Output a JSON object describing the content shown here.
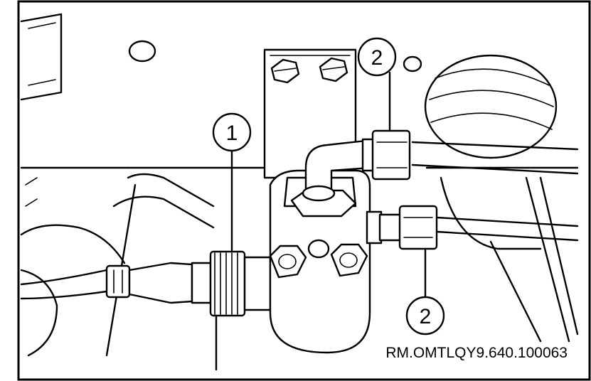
{
  "figure": {
    "reference_code": "RM.OMTLQY9.640.100063",
    "callouts": [
      {
        "number": "1",
        "target": "coupling-nut"
      },
      {
        "number": "2",
        "target": "upper-fitting-nut"
      },
      {
        "number": "2",
        "target": "lower-fitting-nut"
      }
    ]
  },
  "colors": {
    "ink": "#000000",
    "paper": "#ffffff"
  }
}
